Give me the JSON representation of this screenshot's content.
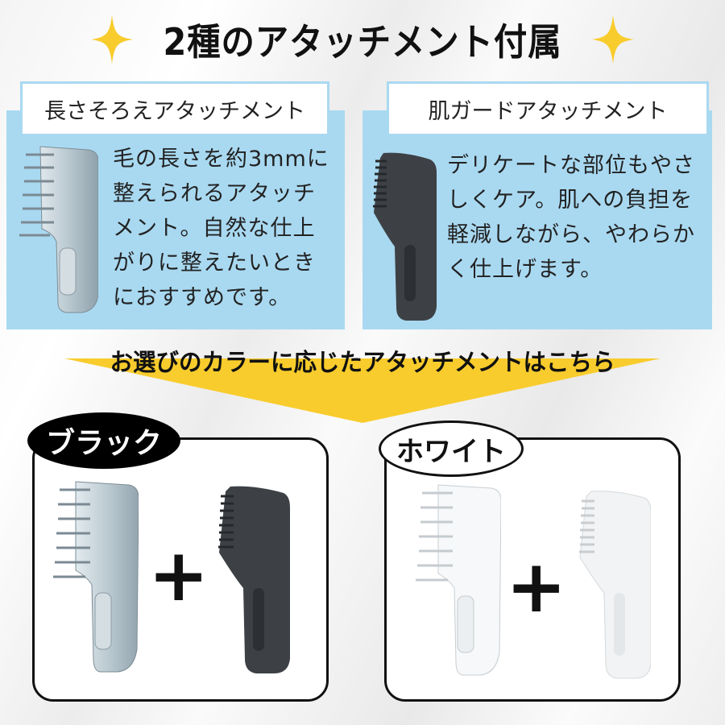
{
  "header": {
    "title": "2種のアタッチメント付属",
    "left_ornament": "sparkle-icon",
    "right_ornament": "sparkle-icon"
  },
  "attachments": [
    {
      "name": "長さそろえアタッチメント",
      "description_lines": [
        "毛の長さを約3mmに",
        "整えられるアタッチ",
        "メント。自然な仕上",
        "がりに整えたいとき",
        "におすすめです。"
      ],
      "image": "length-comb-attachment-clear"
    },
    {
      "name": "肌ガードアタッチメント",
      "description_lines": [
        "デリケートな部位もやさ",
        "しくケア。肌への負担を",
        "軽減しながら、やわらか",
        "く仕上げます。"
      ],
      "image": "skin-guard-attachment-black"
    }
  ],
  "color_selector": {
    "heading": "お選びのカラーに応じたアタッチメントはこちら",
    "options": [
      {
        "label": "ブラック",
        "plus": "+",
        "items": [
          "length-comb-attachment-clear",
          "skin-guard-attachment-black"
        ]
      },
      {
        "label": "ホワイト",
        "plus": "+",
        "items": [
          "length-comb-attachment-white",
          "skin-guard-attachment-white"
        ]
      }
    ]
  },
  "colors": {
    "accent_yellow": "#f8cc2c",
    "panel_blue": "#a9d9f1",
    "text_dark": "#111111"
  }
}
